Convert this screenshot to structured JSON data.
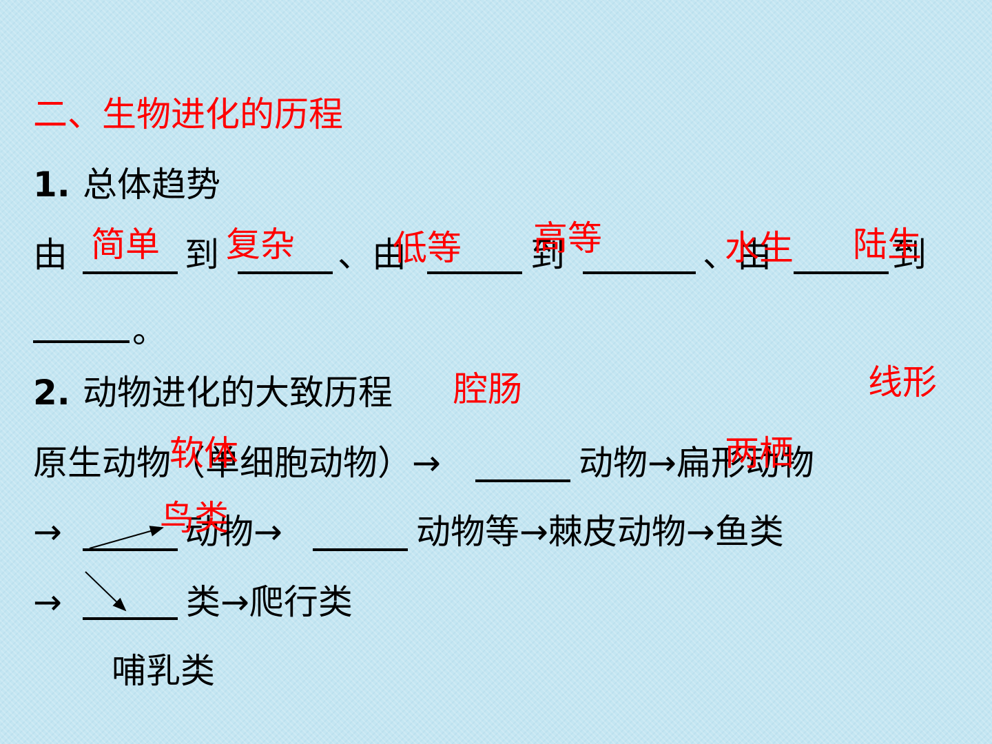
{
  "section_title": "二、生物进化的历程",
  "part1": {
    "heading_num": "1.",
    "heading": "总体趋势",
    "you": "由",
    "dao": "到",
    "dun_you": "、由",
    "end_mark": "。",
    "answers": [
      "简单",
      "复杂",
      "低等",
      "高等",
      "水生",
      "陆生"
    ]
  },
  "part2": {
    "heading_num": "2.",
    "heading": "动物进化的大致历程",
    "line1_start": "原生动物（单细胞动物）→",
    "line1_mid": "动物→扁形动物",
    "line2_start": "→",
    "line2_mid": "动物→",
    "line2_end": "动物等→棘皮动物→鱼类",
    "line3_start": "→",
    "line3_end": "类→爬行类",
    "line4": "哺乳类",
    "answers": {
      "qiangchang": "腔肠",
      "xianxing": "线形",
      "ruanti": "软体",
      "liangqi": "两栖",
      "niaolei": "鸟类"
    }
  }
}
